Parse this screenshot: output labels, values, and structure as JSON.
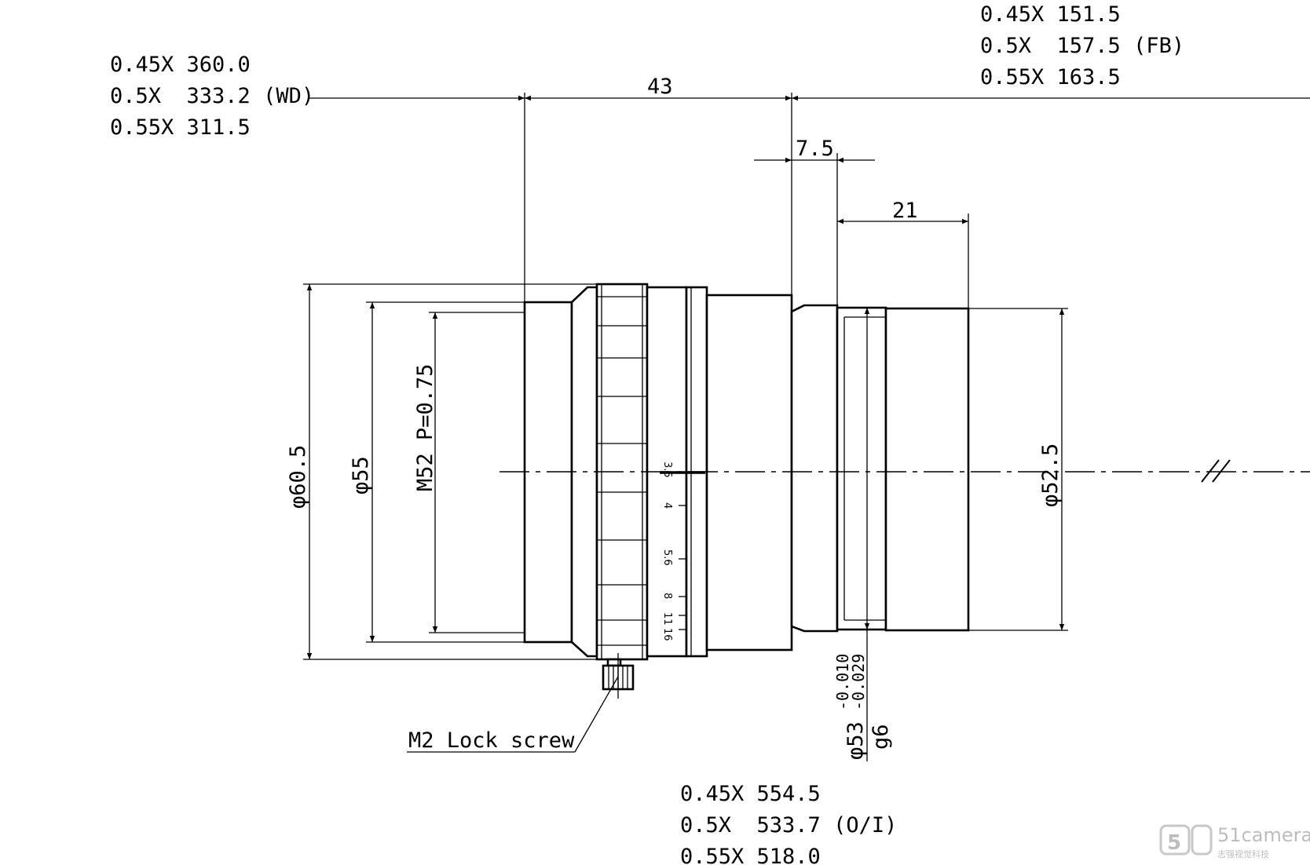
{
  "wd_table": {
    "rows": [
      "0.45X 360.0",
      "0.5X  333.2 (WD)",
      "0.55X 311.5"
    ]
  },
  "fb_table": {
    "rows": [
      "0.45X 151.5",
      "0.5X  157.5 (FB)",
      "0.55X 163.5"
    ]
  },
  "oi_table": {
    "rows": [
      "0.45X 554.5",
      "0.5X  533.7 (O/I)",
      "0.55X 518.0"
    ]
  },
  "dimensions": {
    "length_43": "43",
    "length_7_5": "7.5",
    "length_21": "21",
    "dia_60_5": "φ60.5",
    "dia_55": "φ55",
    "thread": "M52 P=0.75",
    "dia_52_5": "φ52.5",
    "mount_dia": "φ53",
    "mount_tol_upper": "-0.010",
    "mount_tol_lower": "-0.029",
    "mount_fit": "g6"
  },
  "aperture_scale": [
    "3.5",
    "4",
    "5.6",
    "8",
    "11",
    "16"
  ],
  "callouts": {
    "lock_screw": "M2 Lock screw"
  },
  "watermark": {
    "brand": "51camera",
    "subtitle": "志强视觉科技"
  }
}
